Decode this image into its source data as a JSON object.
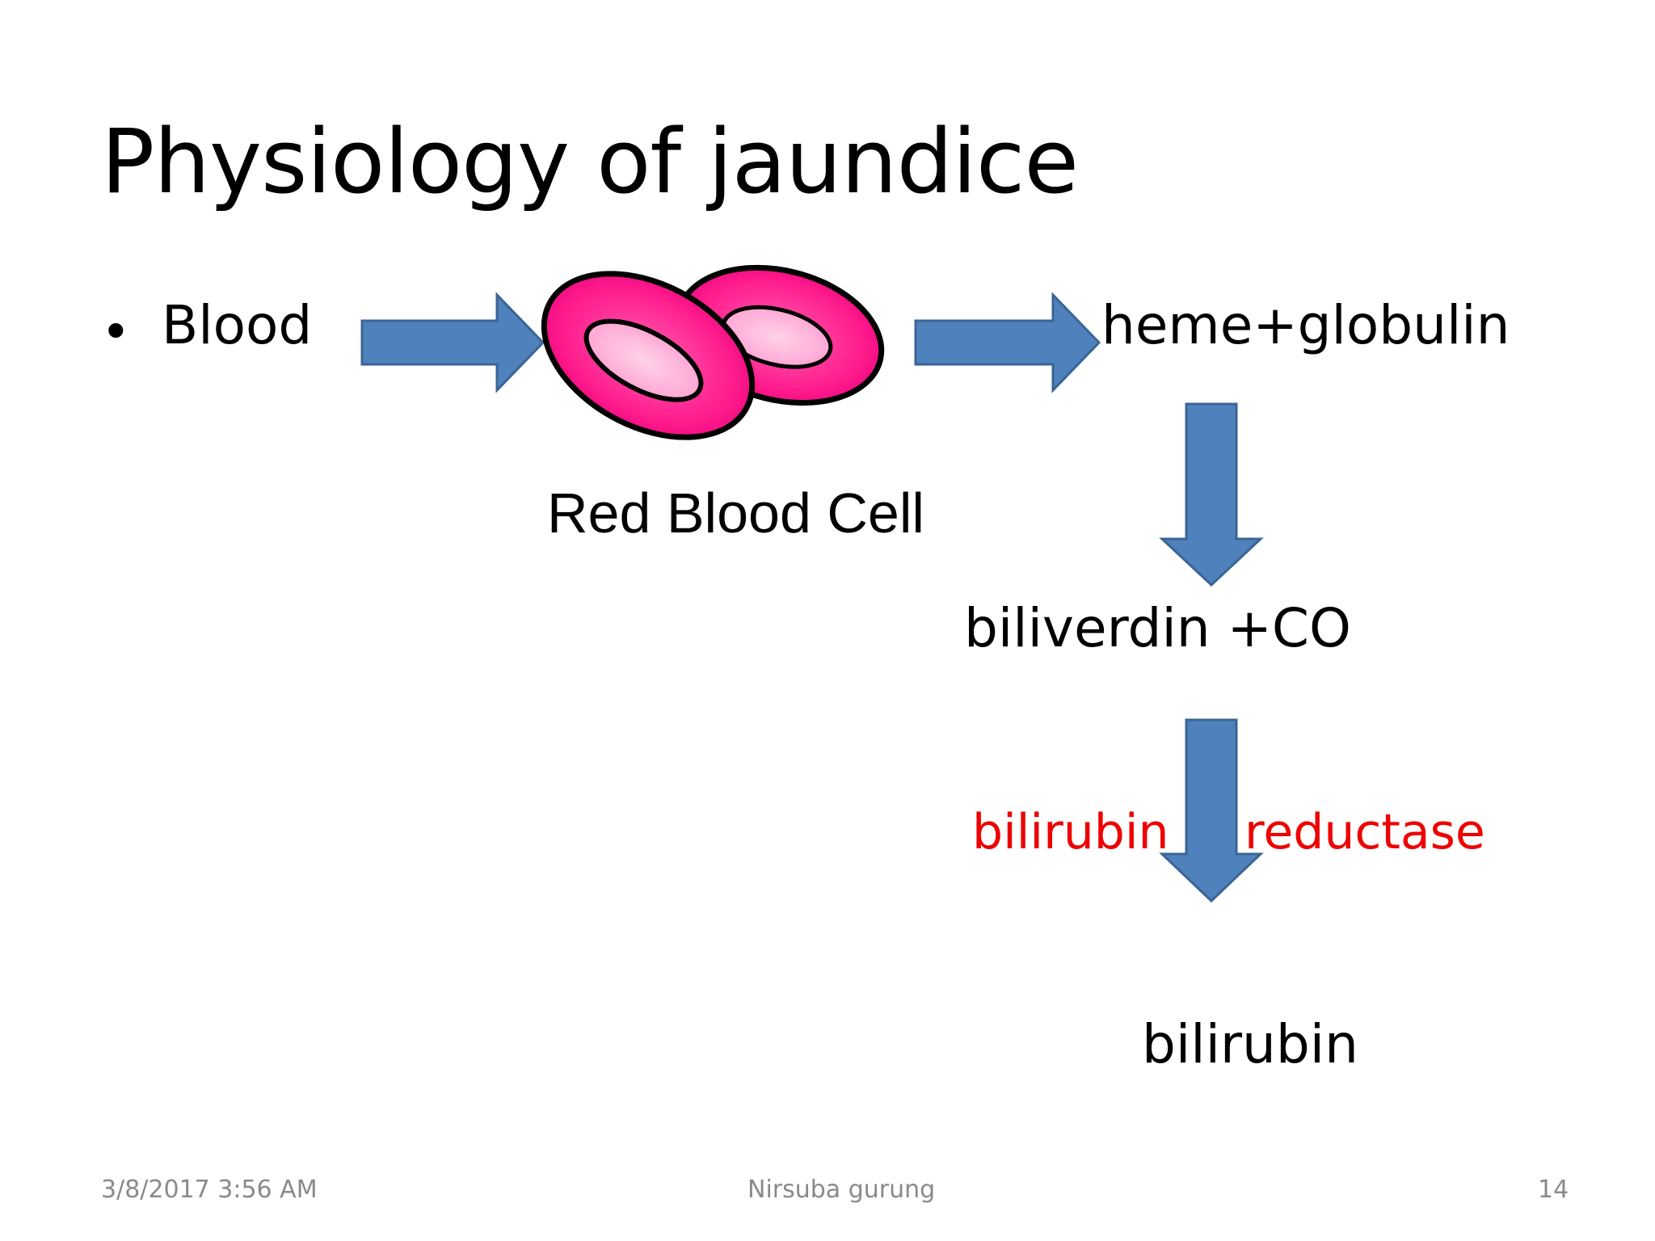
{
  "slide": {
    "title": "Physiology of jaundice",
    "bullet": "Blood",
    "bullet_symbol": "•",
    "cell_label": "Red Blood Cell",
    "step_heme": "heme+globulin",
    "step_biliverdin": "biliverdin +CO",
    "enzyme_left": "bilirubin",
    "enzyme_right": "reductase",
    "step_bilirubin": "bilirubin"
  },
  "footer": {
    "date": "3/8/2017 3:56 AM",
    "author": "Nirsuba gurung",
    "page": "14"
  },
  "colors": {
    "arrow_fill": "#4f81bd",
    "arrow_stroke": "#3a6595",
    "cell_outer": "#ff1a8c",
    "cell_inner": "#ffaad6",
    "enzyme_text": "#ee0000",
    "footer_text": "#8a8a8a"
  },
  "icons": [
    "right-arrow",
    "down-arrow",
    "red-blood-cell-illustration"
  ]
}
